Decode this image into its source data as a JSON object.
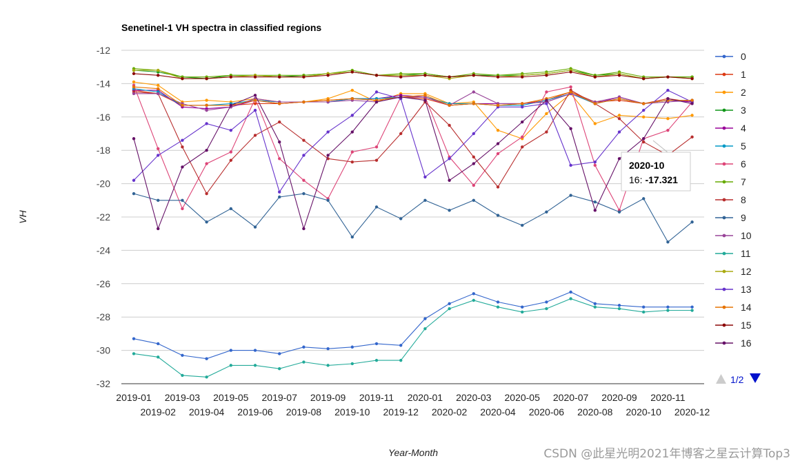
{
  "chart_data": {
    "type": "line",
    "title": "Senetinel-1 VH spectra in classified regions",
    "xlabel": "Year-Month",
    "ylabel": "VH",
    "ylim": [
      -32,
      -12
    ],
    "yticks": [
      -12,
      -14,
      -16,
      -18,
      -20,
      -22,
      -24,
      -26,
      -28,
      -30,
      -32
    ],
    "grid": true,
    "legend_position": "right",
    "legend_page": "1/2",
    "categories": [
      "2019-01",
      "2019-02",
      "2019-03",
      "2019-04",
      "2019-05",
      "2019-06",
      "2019-07",
      "2019-08",
      "2019-09",
      "2019-10",
      "2019-11",
      "2019-12",
      "2020-01",
      "2020-02",
      "2020-03",
      "2020-04",
      "2020-05",
      "2020-06",
      "2020-07",
      "2020-08",
      "2020-09",
      "2020-10",
      "2020-11",
      "2020-12"
    ],
    "series": [
      {
        "name": "0",
        "color": "#3366cc",
        "values": [
          -29.3,
          -29.6,
          -30.3,
          -30.5,
          -30.0,
          -30.0,
          -30.2,
          -29.8,
          -29.9,
          -29.8,
          -29.6,
          -29.7,
          -28.1,
          -27.2,
          -26.6,
          -27.1,
          -27.4,
          -27.1,
          -26.5,
          -27.2,
          -27.3,
          -27.4,
          -27.4,
          -27.4
        ]
      },
      {
        "name": "1",
        "color": "#dc3912",
        "values": [
          -14.4,
          -14.6,
          -15.3,
          -15.3,
          -15.3,
          -15.2,
          -15.2,
          -15.1,
          -15.0,
          -14.9,
          -15.0,
          -14.8,
          -14.9,
          -15.3,
          -15.2,
          -15.3,
          -15.2,
          -15.0,
          -14.5,
          -15.1,
          -15.0,
          -15.2,
          -14.9,
          -15.1
        ]
      },
      {
        "name": "2",
        "color": "#ff9900",
        "values": [
          -13.9,
          -14.1,
          -15.1,
          -15.0,
          -15.1,
          -14.9,
          -15.1,
          -15.1,
          -14.9,
          -14.4,
          -15.1,
          -14.6,
          -14.6,
          -15.2,
          -15.1,
          -16.8,
          -17.3,
          -15.8,
          -14.6,
          -16.4,
          -15.9,
          -16.0,
          -16.1,
          -15.9
        ]
      },
      {
        "name": "3",
        "color": "#109618",
        "values": [
          -13.2,
          -13.3,
          -13.6,
          -13.7,
          -13.5,
          -13.5,
          -13.6,
          -13.5,
          -13.4,
          -13.3,
          -13.5,
          -13.5,
          -13.4,
          -13.6,
          -13.5,
          -13.5,
          -13.5,
          -13.4,
          -13.2,
          -13.5,
          -13.4,
          -13.7,
          -13.6,
          -13.6
        ]
      },
      {
        "name": "4",
        "color": "#990099",
        "values": [
          -14.4,
          -14.4,
          -15.4,
          -15.5,
          -15.4,
          -15.0,
          -15.2,
          -15.1,
          -15.1,
          -14.9,
          -14.9,
          -14.7,
          -14.8,
          -15.3,
          -15.2,
          -15.2,
          -15.2,
          -15.1,
          -14.6,
          -15.2,
          -14.8,
          -15.2,
          -15.0,
          -15.1
        ]
      },
      {
        "name": "5",
        "color": "#0099c6",
        "values": [
          -14.3,
          -14.5,
          -15.3,
          -15.3,
          -15.2,
          -15.0,
          -15.1,
          -15.1,
          -15.1,
          -14.9,
          -14.9,
          -14.8,
          -14.8,
          -15.2,
          -15.2,
          -15.3,
          -15.3,
          -15.0,
          -14.6,
          -15.2,
          -14.9,
          -15.2,
          -15.0,
          -15.0
        ]
      },
      {
        "name": "6",
        "color": "#dd4477",
        "values": [
          -14.1,
          -17.9,
          -21.5,
          -18.8,
          -18.1,
          -14.9,
          -18.5,
          -19.8,
          -20.9,
          -18.1,
          -17.8,
          -14.8,
          -14.8,
          -18.4,
          -20.1,
          -18.2,
          -17.2,
          -14.5,
          -14.2,
          -18.9,
          -21.6,
          -17.3,
          -16.8,
          -15.1
        ]
      },
      {
        "name": "7",
        "color": "#66aa00",
        "values": [
          -13.1,
          -13.2,
          -13.6,
          -13.6,
          -13.5,
          -13.5,
          -13.5,
          -13.5,
          -13.4,
          -13.2,
          -13.5,
          -13.4,
          -13.4,
          -13.6,
          -13.4,
          -13.5,
          -13.4,
          -13.3,
          -13.1,
          -13.5,
          -13.3,
          -13.6,
          -13.6,
          -13.6
        ]
      },
      {
        "name": "8",
        "color": "#b82e2e",
        "values": [
          -14.5,
          -14.6,
          -17.8,
          -20.6,
          -18.6,
          -17.1,
          -16.3,
          -17.4,
          -18.5,
          -18.7,
          -18.6,
          -17.0,
          -15.1,
          -16.5,
          -18.4,
          -20.2,
          -17.8,
          -16.9,
          -14.4,
          -15.2,
          -16.1,
          -17.5,
          -18.3,
          -17.2
        ]
      },
      {
        "name": "9",
        "color": "#316395",
        "values": [
          -20.6,
          -21.0,
          -21.0,
          -22.3,
          -21.5,
          -22.6,
          -20.8,
          -20.6,
          -21.0,
          -23.2,
          -21.4,
          -22.1,
          -21.0,
          -21.6,
          -21.0,
          -21.9,
          -22.5,
          -21.7,
          -20.7,
          -21.1,
          -21.7,
          -20.9,
          -23.5,
          -22.3
        ]
      },
      {
        "name": "10",
        "color": "#994499",
        "values": [
          -14.6,
          -14.6,
          -15.2,
          -15.6,
          -15.4,
          -14.9,
          -15.1,
          -15.1,
          -15.1,
          -15.0,
          -15.1,
          -14.8,
          -14.8,
          -15.3,
          -14.5,
          -15.2,
          -15.2,
          -15.1,
          -14.6,
          -15.1,
          -14.8,
          -15.2,
          -15.1,
          -15.0
        ]
      },
      {
        "name": "11",
        "color": "#22aa99",
        "values": [
          -30.2,
          -30.4,
          -31.5,
          -31.6,
          -30.9,
          -30.9,
          -31.1,
          -30.7,
          -30.9,
          -30.8,
          -30.6,
          -30.6,
          -28.7,
          -27.5,
          -27.0,
          -27.4,
          -27.7,
          -27.5,
          -26.9,
          -27.4,
          -27.5,
          -27.7,
          -27.6,
          -27.6
        ]
      },
      {
        "name": "12",
        "color": "#aaaa11",
        "values": [
          -13.2,
          -13.2,
          -13.7,
          -13.7,
          -13.6,
          -13.5,
          -13.6,
          -13.6,
          -13.4,
          -13.3,
          -13.5,
          -13.5,
          -13.5,
          -13.7,
          -13.5,
          -13.6,
          -13.5,
          -13.4,
          -13.2,
          -13.6,
          -13.4,
          -13.7,
          -13.6,
          -13.7
        ]
      },
      {
        "name": "13",
        "color": "#6633cc",
        "values": [
          -19.8,
          -18.3,
          -17.4,
          -16.4,
          -16.8,
          -15.6,
          -20.5,
          -18.3,
          -16.9,
          -15.9,
          -14.5,
          -14.9,
          -19.6,
          -18.5,
          -17.0,
          -15.4,
          -15.4,
          -15.2,
          -18.9,
          -18.7,
          -16.9,
          -15.6,
          -14.4,
          -15.1
        ]
      },
      {
        "name": "14",
        "color": "#e67300",
        "values": [
          -14.2,
          -14.3,
          -15.3,
          -15.3,
          -15.3,
          -15.0,
          -15.2,
          -15.1,
          -15.0,
          -14.9,
          -15.0,
          -14.8,
          -14.7,
          -15.3,
          -15.2,
          -15.3,
          -15.2,
          -14.9,
          -14.5,
          -15.2,
          -14.9,
          -15.2,
          -15.0,
          -15.0
        ]
      },
      {
        "name": "15",
        "color": "#8b0707",
        "values": [
          -13.4,
          -13.5,
          -13.7,
          -13.7,
          -13.6,
          -13.6,
          -13.6,
          -13.6,
          -13.5,
          -13.3,
          -13.5,
          -13.6,
          -13.5,
          -13.6,
          -13.5,
          -13.6,
          -13.6,
          -13.5,
          -13.3,
          -13.6,
          -13.5,
          -13.7,
          -13.6,
          -13.7
        ]
      },
      {
        "name": "16",
        "color": "#651067",
        "values": [
          -17.3,
          -22.7,
          -19.0,
          -18.0,
          -15.3,
          -14.7,
          -17.5,
          -22.7,
          -18.3,
          -16.9,
          -15.1,
          -14.8,
          -15.0,
          -19.8,
          -18.8,
          -17.6,
          -16.3,
          -15.0,
          -16.7,
          -21.6,
          -18.5,
          -17.3,
          -14.9,
          -15.2
        ]
      }
    ],
    "tooltip": {
      "category": "2020-10",
      "series_label": "16:",
      "value": "-17.321"
    }
  },
  "watermark": "CSDN @此星光明2021年博客之星云计算Top3"
}
